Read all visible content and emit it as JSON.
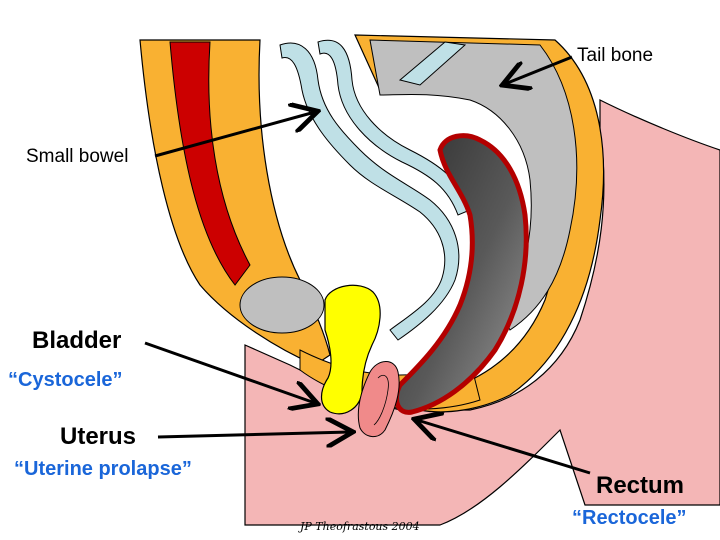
{
  "labels": {
    "tail_bone": "Tail bone",
    "small_bowel": "Small bowel",
    "bladder": "Bladder",
    "cystocele": "“Cystocele”",
    "uterus": "Uterus",
    "uterine_prolapse": "“Uterine prolapse”",
    "rectum": "Rectum",
    "rectocele": "“Rectocele”"
  },
  "credit": "JP Theofrastous 2004",
  "colors": {
    "skin": "#f4b6b6",
    "bone": "#f9b132",
    "sacrum_grey": "#bfbfbf",
    "muscle_red": "#cc0000",
    "bowel_blue": "#bfe0e6",
    "bladder_yellow": "#ffff00",
    "rectum_dark": "#4a4a4a",
    "uterus_pink": "#f08a8a",
    "label_blue": "#1a66d9"
  }
}
